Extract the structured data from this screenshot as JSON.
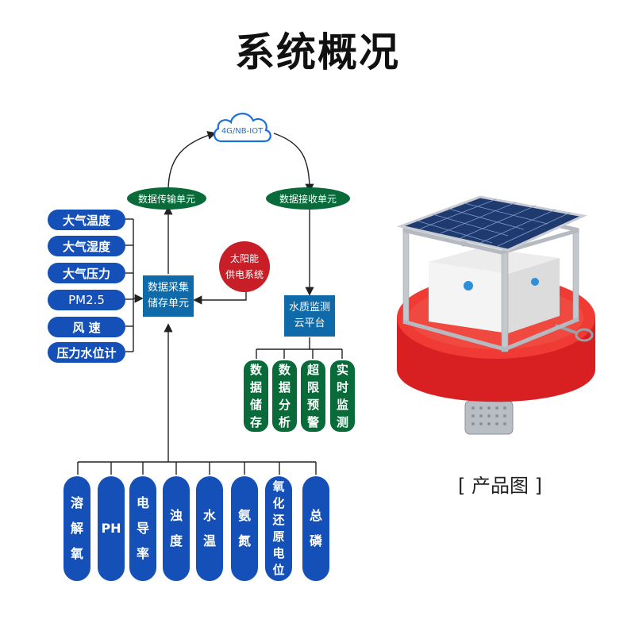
{
  "title": "系统概况",
  "cloud_label": "4G/NB-IOT",
  "transmit_unit": "数据传输单元",
  "receive_unit": "数据接收单元",
  "sensors_left": [
    "大气温度",
    "大气湿度",
    "大气压力",
    "PM2.5",
    "风 速",
    "压力水位计"
  ],
  "collect_unit": [
    "数据采集",
    "储存单元"
  ],
  "solar": [
    "太阳能",
    "供电系统"
  ],
  "platform": [
    "水质监测",
    "云平台"
  ],
  "platform_functions": [
    [
      "数",
      "据",
      "储",
      "存"
    ],
    [
      "数",
      "据",
      "分",
      "析"
    ],
    [
      "超",
      "限",
      "预",
      "警"
    ],
    [
      "实",
      "时",
      "监",
      "测"
    ]
  ],
  "water_params": [
    [
      "溶",
      "解",
      "氧"
    ],
    [
      "PH"
    ],
    [
      "电",
      "导",
      "率"
    ],
    [
      "浊",
      "度"
    ],
    [
      "水",
      "温"
    ],
    [
      "氨",
      "氮"
    ],
    [
      "氧",
      "化",
      "还",
      "原",
      "电",
      "位"
    ],
    [
      "总",
      "磷"
    ]
  ],
  "product_caption": "[ 产品图 ]",
  "colors": {
    "blue": "#1450b8",
    "green": "#0a6b3a",
    "teal": "#0e6aa8",
    "red": "#c81e28",
    "buoy_red": "#e8282a"
  }
}
